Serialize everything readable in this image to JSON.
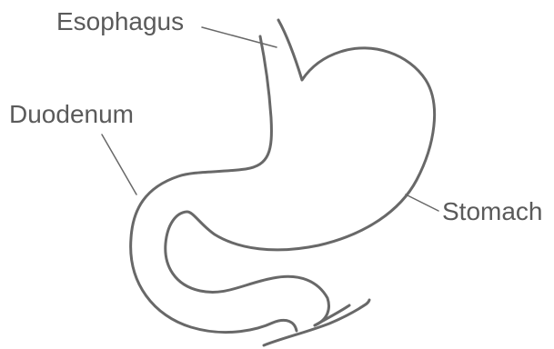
{
  "labels": {
    "esophagus": "Esophagus",
    "duodenum": "Duodenum",
    "stomach": "Stomach"
  },
  "colors": {
    "outline": "#686868",
    "text": "#5a5a5a",
    "background": "#ffffff"
  }
}
